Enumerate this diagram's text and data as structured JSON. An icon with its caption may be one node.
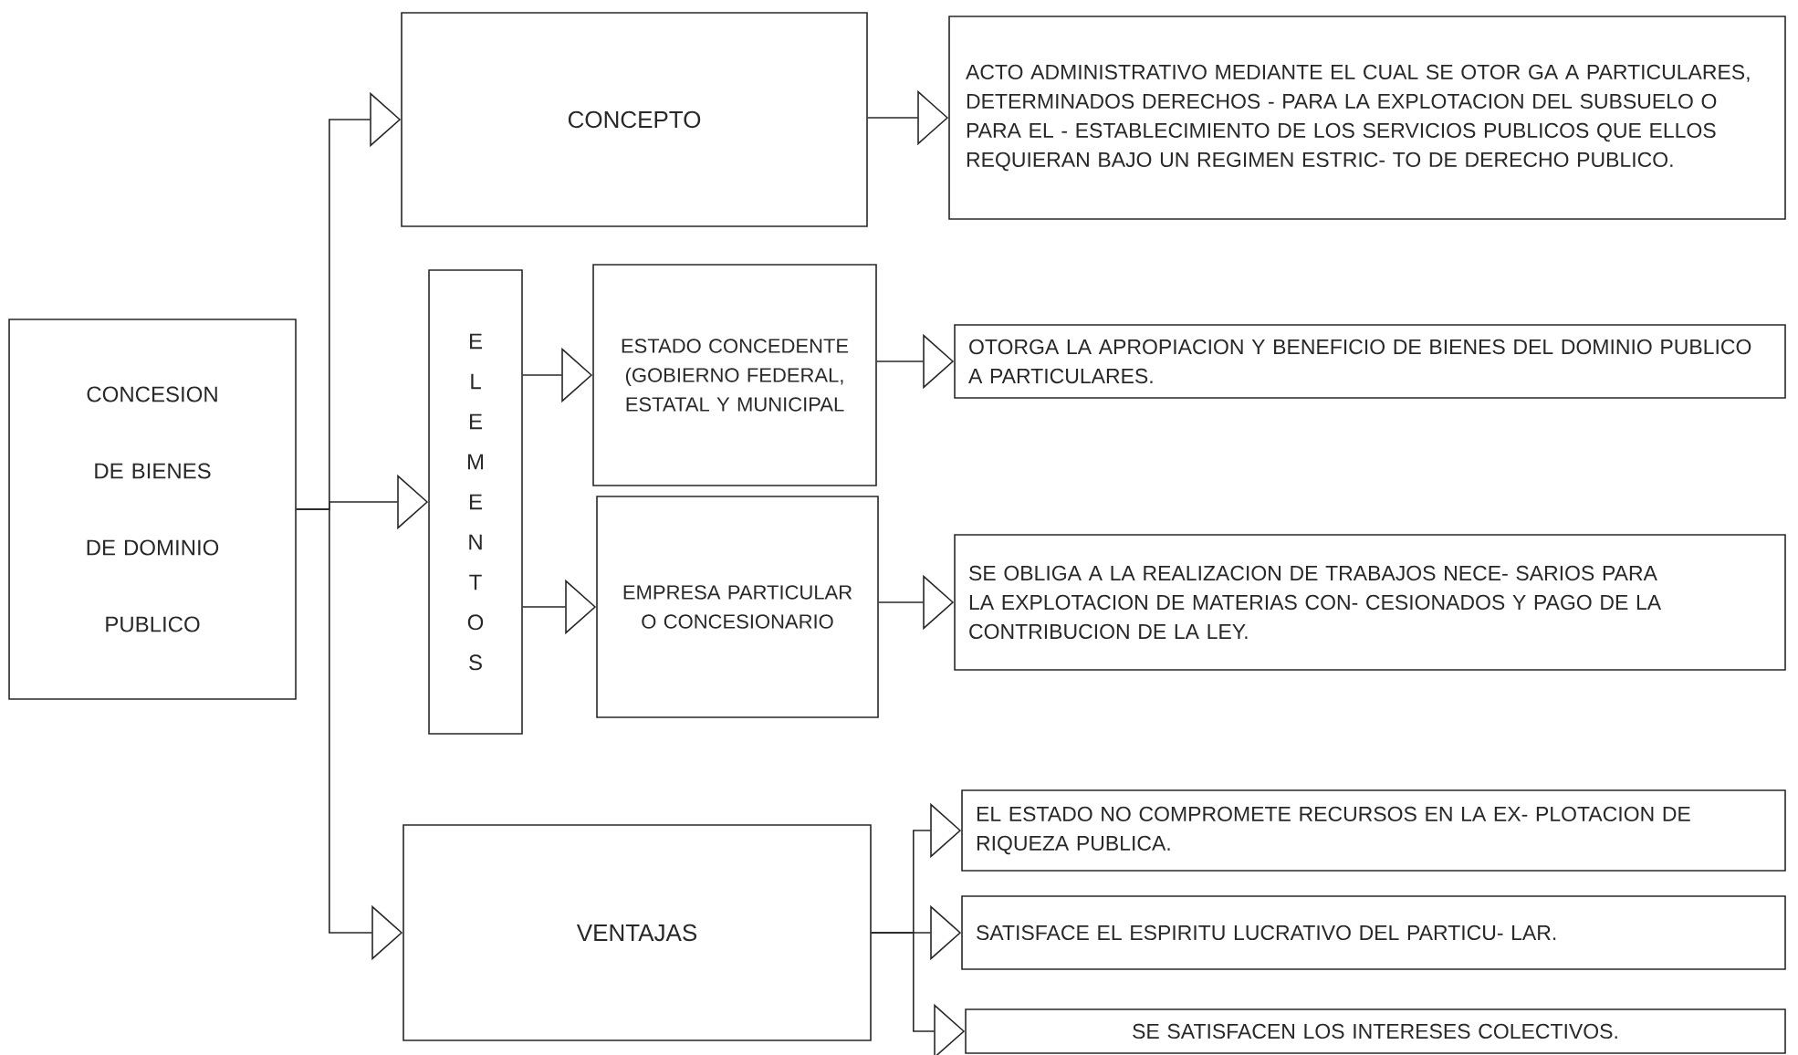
{
  "diagram": {
    "nodes": [
      {
        "text": [
          "CONCESION DE BIENES DE DOMINIO PUBLICO"
        ]
      },
      {
        "text": [
          "CONCEPTO"
        ]
      },
      {
        "text": [
          "ACTO ADMINISTRATIVO MEDIANTE EL CUAL SE OTOR GA A PARTICULARES, DETERMINADOS DERECHOS - PARA LA EXPLOTACION DEL SUBSUELO O PARA EL - ESTABLECIMIENTO DE LOS SERVICIOS PUBLICOS QUE ELLOS REQUIERAN BAJO UN REGIMEN ESTRIC- TO DE DERECHO PUBLICO."
        ]
      },
      {
        "text": [
          "ELEMENTOS"
        ]
      },
      {
        "text": [
          "ESTADO CONCEDENTE (GOBIERNO FEDERAL, ESTATAL Y MUNICIPAL"
        ]
      },
      {
        "text": [
          "OTORGA LA APROPIACION Y BENEFICIO DE BIENES DEL DOMINIO PUBLICO A PARTICULARES."
        ]
      },
      {
        "text": [
          "EMPRESA PARTICULAR O CONCESIONARIO"
        ]
      },
      {
        "text": [
          "SE OBLIGA A LA REALIZACION DE TRABAJOS NECE- SARIOS PARA LA EXPLOTACION DE MATERIAS CON- CESIONADOS Y PAGO DE LA CONTRIBUCION DE LA LEY."
        ]
      },
      {
        "text": [
          "VENTAJAS"
        ]
      },
      {
        "text": [
          "EL ESTADO NO COMPROMETE RECURSOS EN LA EX- PLOTACION DE RIQUEZA PUBLICA."
        ]
      },
      {
        "text": [
          "SATISFACE EL ESPIRITU LUCRATIVO DEL PARTICU- LAR."
        ]
      },
      {
        "text": [
          "SE SATISFACEN LOS INTERESES COLECTIVOS."
        ]
      }
    ],
    "edges": [
      {
        "from": 0,
        "to": 1,
        "arrow": "to"
      },
      {
        "from": 0,
        "to": 3,
        "arrow": "to"
      },
      {
        "from": 0,
        "to": 8,
        "arrow": "to"
      },
      {
        "from": 1,
        "to": 2,
        "arrow": "to"
      },
      {
        "from": 3,
        "to": 4,
        "arrow": "to"
      },
      {
        "from": 3,
        "to": 6,
        "arrow": "to"
      },
      {
        "from": 4,
        "to": 5,
        "arrow": "to"
      },
      {
        "from": 6,
        "to": 7,
        "arrow": "to"
      },
      {
        "from": 8,
        "to": 9,
        "arrow": "to"
      },
      {
        "from": 8,
        "to": 10,
        "arrow": "to"
      },
      {
        "from": 8,
        "to": 11,
        "arrow": "to"
      }
    ]
  }
}
